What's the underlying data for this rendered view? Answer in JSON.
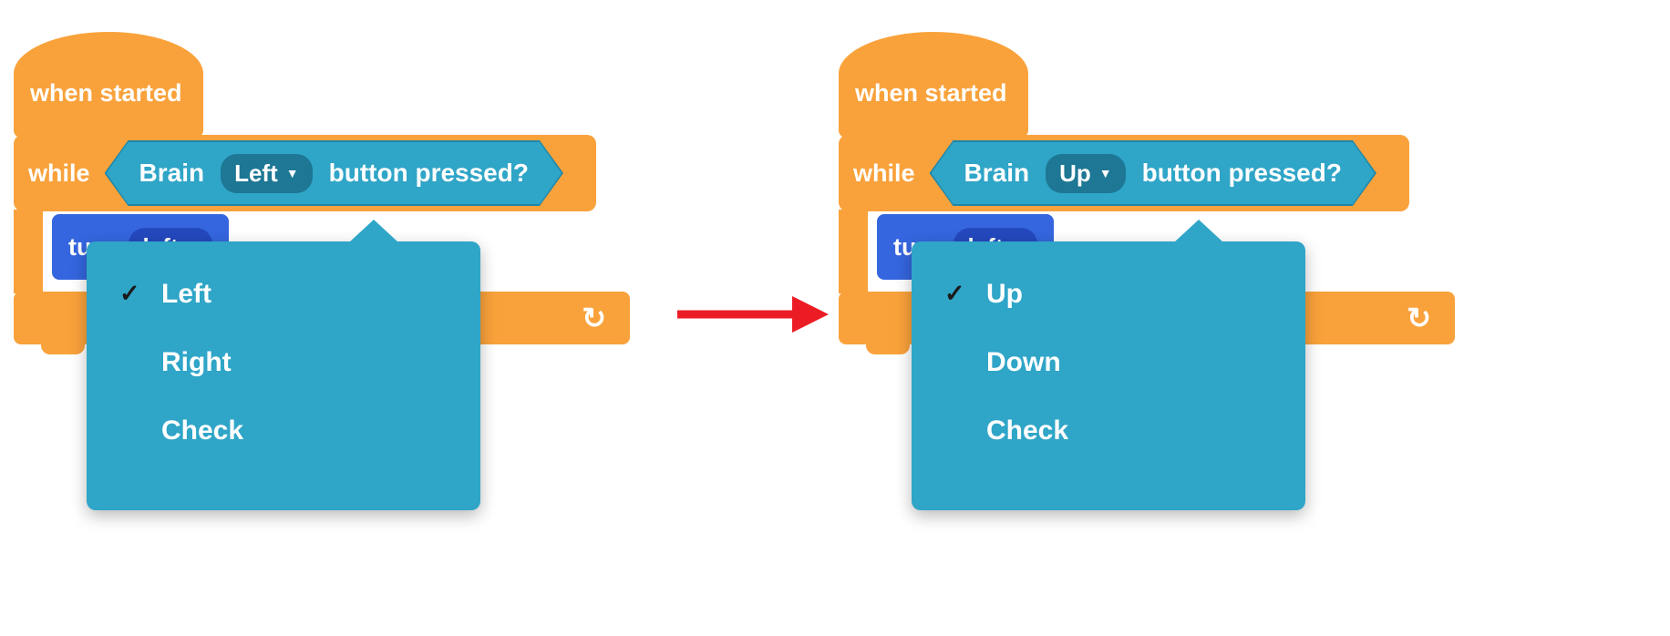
{
  "colors": {
    "orange": "#F9A23B",
    "teal": "#2FA5C7",
    "teal_border": "#1E86A8",
    "teal_dark": "#1D7795",
    "blue": "#3566DF",
    "blue_dark": "#2449BE",
    "arrow_red": "#EC1C24",
    "text_white": "#FFFFFF",
    "check_dark": "#1A1A1A"
  },
  "icons": {
    "caret": "▼",
    "check": "✓",
    "loop": "↻"
  },
  "groups": [
    {
      "hat_label": "when started",
      "while_label": "while",
      "condition_prefix": "Brain",
      "condition_dropdown": "Left",
      "condition_suffix": "button pressed?",
      "turn_label": "turn",
      "turn_dropdown": "left",
      "menu_items": [
        {
          "check": "✓",
          "label": "Left"
        },
        {
          "check": "",
          "label": "Right"
        },
        {
          "check": "",
          "label": "Check"
        }
      ]
    },
    {
      "hat_label": "when started",
      "while_label": "while",
      "condition_prefix": "Brain",
      "condition_dropdown": "Up",
      "condition_suffix": "button pressed?",
      "turn_label": "turn",
      "turn_dropdown": "left",
      "menu_items": [
        {
          "check": "✓",
          "label": "Up"
        },
        {
          "check": "",
          "label": "Down"
        },
        {
          "check": "",
          "label": "Check"
        }
      ]
    }
  ]
}
